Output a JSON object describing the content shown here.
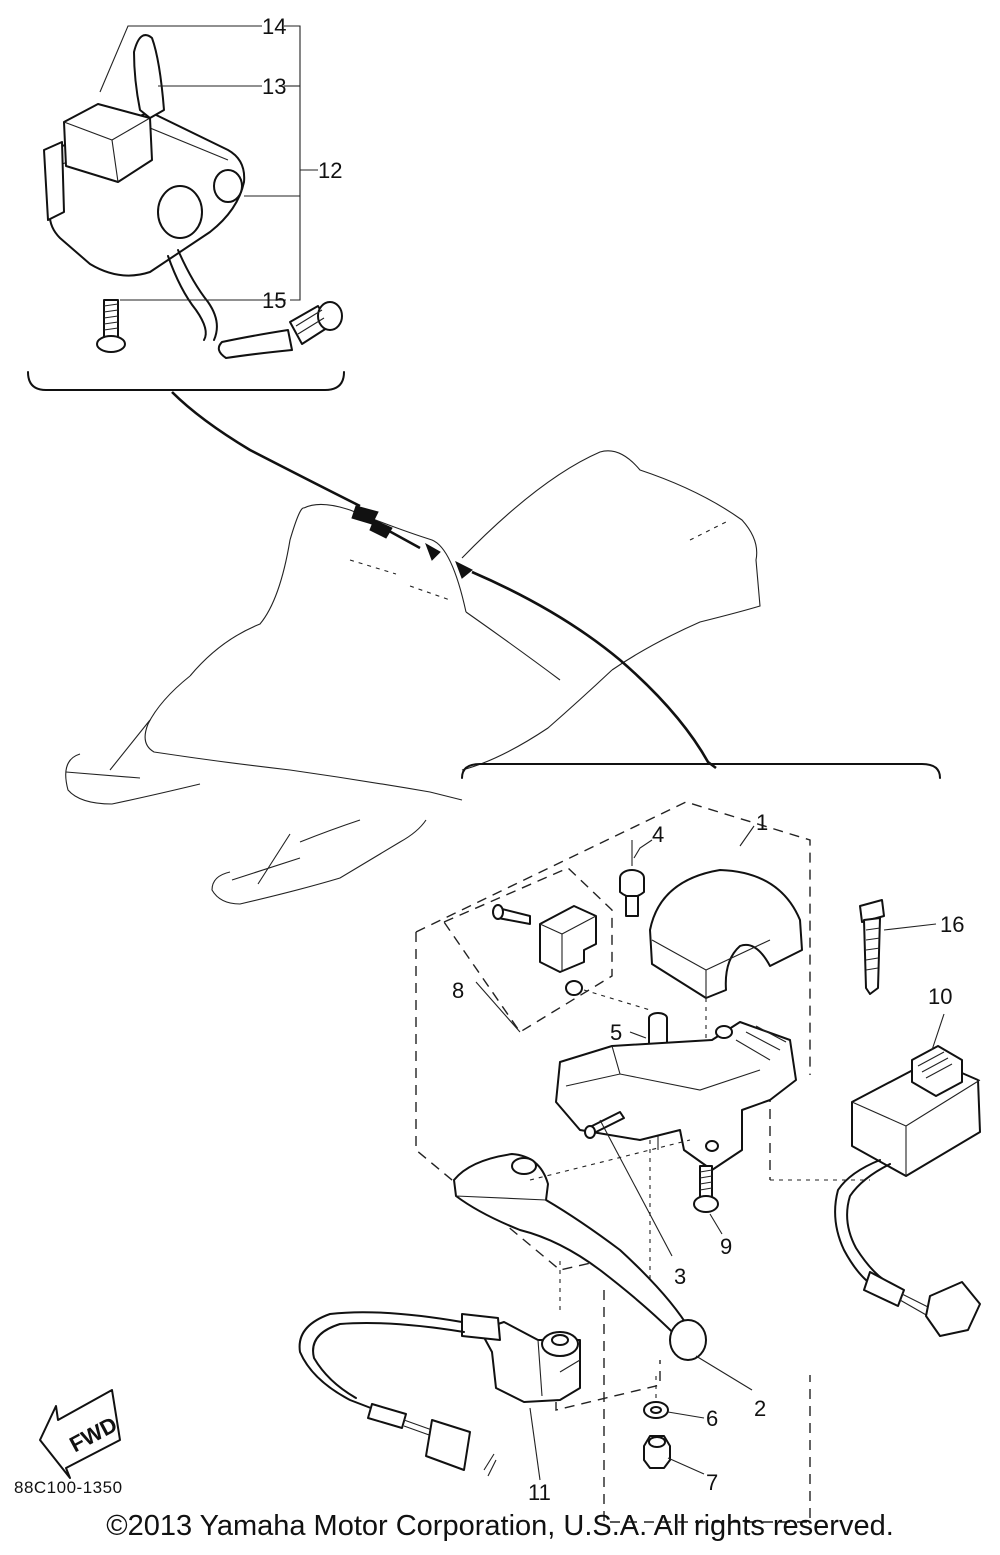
{
  "callouts": {
    "c1": "1",
    "c2": "2",
    "c3": "3",
    "c4": "4",
    "c5": "5",
    "c6": "6",
    "c7": "7",
    "c8": "8",
    "c9": "9",
    "c10": "10",
    "c11": "11",
    "c12": "12",
    "c13": "13",
    "c14": "14",
    "c15": "15",
    "c16": "16"
  },
  "fwd_label": "FWD",
  "part_code": "88C100-1350",
  "copyright": "©2013 Yamaha Motor Corporation, U.S.A. All rights reserved."
}
